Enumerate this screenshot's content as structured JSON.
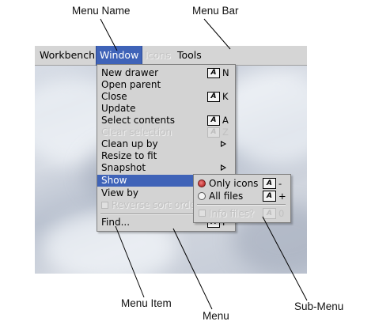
{
  "callouts": {
    "menu_name": "Menu Name",
    "menu_bar": "Menu Bar",
    "menu_item": "Menu Item",
    "menu": "Menu",
    "sub_menu": "Sub-Menu"
  },
  "menubar": {
    "items": [
      {
        "label": "Workbench",
        "state": "normal"
      },
      {
        "label": "Window",
        "state": "active"
      },
      {
        "label": "Icons",
        "state": "disabled"
      },
      {
        "label": "Tools",
        "state": "normal"
      }
    ]
  },
  "window_menu": {
    "items": [
      {
        "label": "New drawer",
        "shortcut_badge": "A",
        "shortcut_key": "N",
        "state": "normal"
      },
      {
        "label": "Open parent",
        "state": "normal"
      },
      {
        "label": "Close",
        "shortcut_badge": "A",
        "shortcut_key": "K",
        "state": "normal"
      },
      {
        "label": "Update",
        "state": "normal"
      },
      {
        "label": "Select contents",
        "shortcut_badge": "A",
        "shortcut_key": "A",
        "state": "normal"
      },
      {
        "label": "Clear selection",
        "shortcut_badge": "A",
        "shortcut_key": "Z",
        "state": "disabled"
      },
      {
        "label": "Clean up by",
        "submenu": true,
        "state": "normal"
      },
      {
        "label": "Resize to fit",
        "state": "normal"
      },
      {
        "label": "Snapshot",
        "submenu": true,
        "state": "normal"
      },
      {
        "label": "Show",
        "submenu": true,
        "state": "selected"
      },
      {
        "label": "View by",
        "submenu": true,
        "state": "normal"
      },
      {
        "label": "Reverse sort order",
        "checkbox": true,
        "state": "disabled"
      },
      {
        "label": "Find...",
        "shortcut_badge": "A",
        "shortcut_key": "F",
        "state": "normal"
      }
    ]
  },
  "show_submenu": {
    "items": [
      {
        "label": "Only icons",
        "radio": true,
        "checked": true,
        "shortcut_badge": "A",
        "shortcut_key": "-",
        "state": "normal"
      },
      {
        "label": "All files",
        "radio": true,
        "checked": false,
        "shortcut_badge": "A",
        "shortcut_key": "+",
        "state": "normal"
      },
      {
        "label": "Info files?",
        "checkbox": true,
        "shortcut_badge": "A",
        "shortcut_key": "0",
        "state": "disabled"
      }
    ]
  },
  "colors": {
    "highlight": "#3f63b8",
    "menu_background": "#d3d3d3",
    "menubar_background": "#d5d5d5",
    "radio_checked": "#c43a3a"
  }
}
